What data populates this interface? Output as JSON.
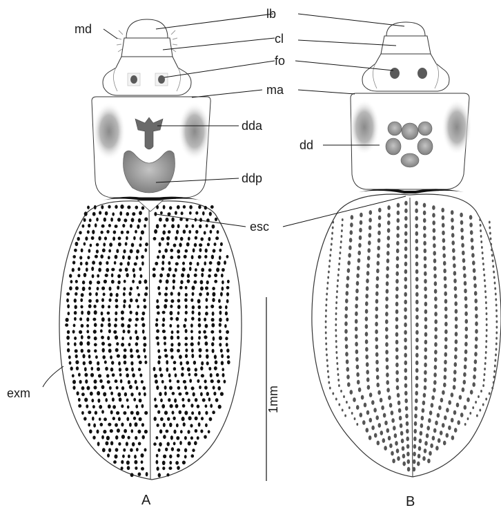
{
  "labels": {
    "lb": "lb",
    "cl": "cl",
    "md": "md",
    "fo": "fo",
    "ma": "ma",
    "dda": "dda",
    "dd": "dd",
    "ddp": "ddp",
    "esc": "esc",
    "exm": "exm"
  },
  "scale_bar": "1mm",
  "panels": [
    "A",
    "B"
  ]
}
